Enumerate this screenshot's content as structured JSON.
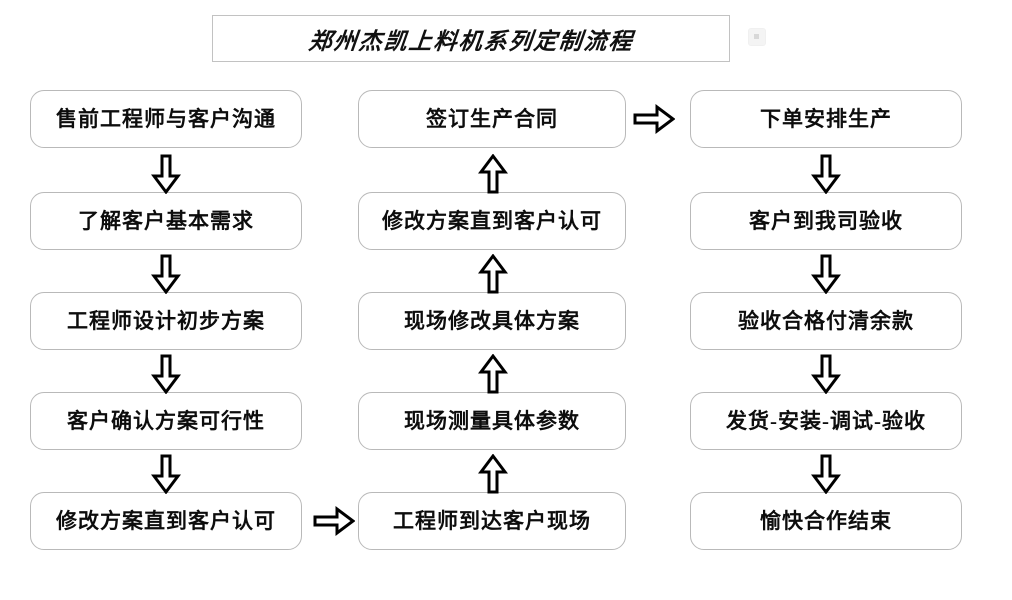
{
  "diagram": {
    "title": "郑州杰凯上料机系列定制流程",
    "title_box_border_color": "#c2c2c2",
    "node_border_color": "#b9b9b9",
    "node_fill_color": "#ffffff",
    "arrow_stroke_color": "#000000",
    "arrow_fill_color": "#ffffff",
    "background_color": "#ffffff"
  },
  "columns": [
    {
      "id": "column-1",
      "flow_direction": "down",
      "nodes": [
        {
          "id": "node-1-1",
          "label": "售前工程师与客户沟通"
        },
        {
          "id": "node-1-2",
          "label": "了解客户基本需求"
        },
        {
          "id": "node-1-3",
          "label": "工程师设计初步方案"
        },
        {
          "id": "node-1-4",
          "label": "客户确认方案可行性"
        },
        {
          "id": "node-1-5",
          "label": "修改方案直到客户认可"
        }
      ]
    },
    {
      "id": "column-2",
      "flow_direction": "up",
      "nodes": [
        {
          "id": "node-2-1",
          "label": "签订生产合同"
        },
        {
          "id": "node-2-2",
          "label": "修改方案直到客户认可"
        },
        {
          "id": "node-2-3",
          "label": "现场修改具体方案"
        },
        {
          "id": "node-2-4",
          "label": "现场测量具体参数"
        },
        {
          "id": "node-2-5",
          "label": "工程师到达客户现场"
        }
      ]
    },
    {
      "id": "column-3",
      "flow_direction": "down",
      "nodes": [
        {
          "id": "node-3-1",
          "label": "下单安排生产"
        },
        {
          "id": "node-3-2",
          "label": "客户到我司验收"
        },
        {
          "id": "node-3-3",
          "label": "验收合格付清余款"
        },
        {
          "id": "node-3-4",
          "label": "发货-安装-调试-验收"
        },
        {
          "id": "node-3-5",
          "label": "愉快合作结束"
        }
      ]
    }
  ],
  "connectors": [
    {
      "id": "arrow-c1-1-2",
      "direction": "down",
      "icon": "arrow-down-icon"
    },
    {
      "id": "arrow-c1-2-3",
      "direction": "down",
      "icon": "arrow-down-icon"
    },
    {
      "id": "arrow-c1-3-4",
      "direction": "down",
      "icon": "arrow-down-icon"
    },
    {
      "id": "arrow-c1-4-5",
      "direction": "down",
      "icon": "arrow-down-icon"
    },
    {
      "id": "arrow-c1-to-c2",
      "direction": "right",
      "icon": "arrow-right-icon"
    },
    {
      "id": "arrow-c2-5-4",
      "direction": "up",
      "icon": "arrow-up-icon"
    },
    {
      "id": "arrow-c2-4-3",
      "direction": "up",
      "icon": "arrow-up-icon"
    },
    {
      "id": "arrow-c2-3-2",
      "direction": "up",
      "icon": "arrow-up-icon"
    },
    {
      "id": "arrow-c2-2-1",
      "direction": "up",
      "icon": "arrow-up-icon"
    },
    {
      "id": "arrow-c2-to-c3",
      "direction": "right",
      "icon": "arrow-right-icon"
    },
    {
      "id": "arrow-c3-1-2",
      "direction": "down",
      "icon": "arrow-down-icon"
    },
    {
      "id": "arrow-c3-2-3",
      "direction": "down",
      "icon": "arrow-down-icon"
    },
    {
      "id": "arrow-c3-3-4",
      "direction": "down",
      "icon": "arrow-down-icon"
    },
    {
      "id": "arrow-c3-4-5",
      "direction": "down",
      "icon": "arrow-down-icon"
    }
  ]
}
